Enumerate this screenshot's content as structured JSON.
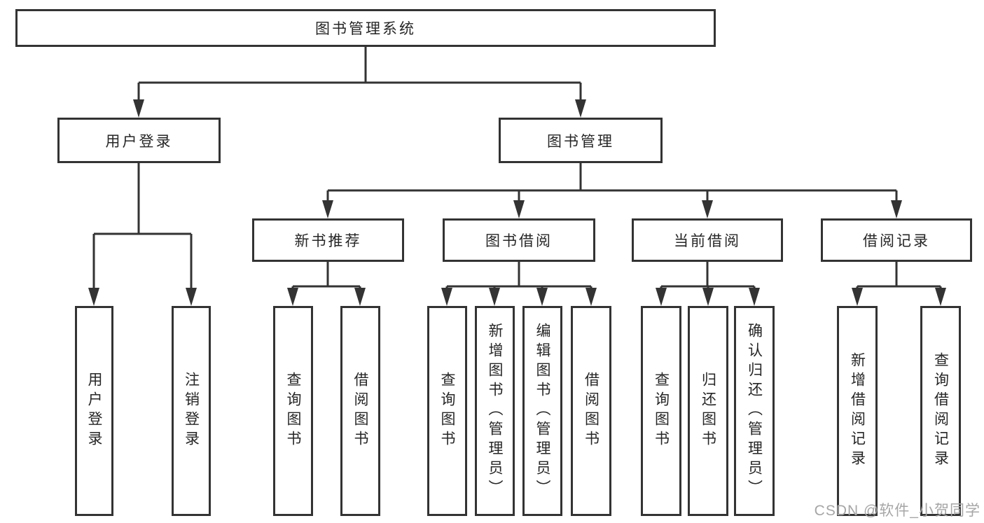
{
  "diagram": {
    "root": "图书管理系统",
    "branches": [
      {
        "label": "用户登录",
        "leaves": [
          "用户登录",
          "注销登录"
        ]
      },
      {
        "label": "图书管理",
        "groups": [
          {
            "label": "新书推荐",
            "leaves": [
              "查询图书",
              "借阅图书"
            ]
          },
          {
            "label": "图书借阅",
            "leaves": [
              "查询图书",
              "新增图书（管理员）",
              "编辑图书（管理员）",
              "借阅图书"
            ]
          },
          {
            "label": "当前借阅",
            "leaves": [
              "查询图书",
              "归还图书",
              "确认归还（管理员）"
            ]
          },
          {
            "label": "借阅记录",
            "leaves": [
              "新增借阅记录",
              "查询借阅记录"
            ]
          }
        ]
      }
    ]
  },
  "watermark": {
    "text": "CSDN @软件_小贺同学"
  },
  "colors": {
    "line": "#333333",
    "text": "#262626",
    "background": "#ffffff",
    "watermark": "#a6a6a6"
  }
}
